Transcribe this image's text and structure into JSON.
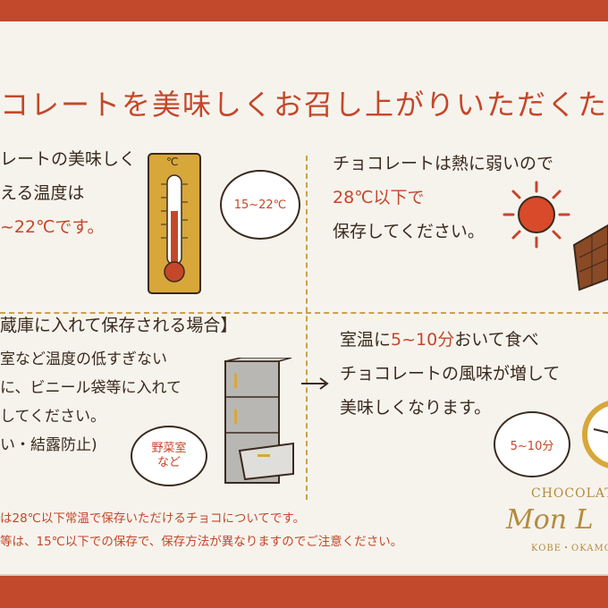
{
  "title": "コレートを美味しくお召し上がりいただくた",
  "panel_top_left": {
    "line1": "レートの美味しく",
    "line2": "える温度は",
    "line3": "~22℃です。",
    "thermometer_label": "℃",
    "bubble": "15~22℃"
  },
  "panel_top_right": {
    "line1": "チョコレートは熱に弱いので",
    "line2": "28℃以下で",
    "line3": "保存してください。"
  },
  "panel_bottom_left": {
    "heading": "蔵庫に入れて保存される場合】",
    "line1": "室など温度の低すぎない",
    "line2": "に、ビニール袋等に入れて",
    "line3": "してください。",
    "line4": "い・結露防止)",
    "bubble_line1": "野菜室",
    "bubble_line2": "など"
  },
  "panel_bottom_right": {
    "line1_prefix": "室温に",
    "line1_highlight": "5~10分",
    "line1_suffix": "おいて食べ",
    "line2": "チョコレートの風味が増して",
    "line3": "美味しくなります。",
    "bubble": "5~10分"
  },
  "footer": {
    "note1": "は28℃以下常温で保存いただけるチョコについてです。",
    "note2": "等は、15℃以下での保存で、保存方法が異なりますのでご注意ください。"
  },
  "brand": {
    "top": "CHOCOLATE",
    "logo": "Mon L",
    "sub": "KOBE・OKAMO"
  },
  "colors": {
    "background": "#c2492b",
    "card": "#f6f3ed",
    "accent_red": "#c4472a",
    "gold": "#c9a24b",
    "text": "#3a2a1e"
  }
}
